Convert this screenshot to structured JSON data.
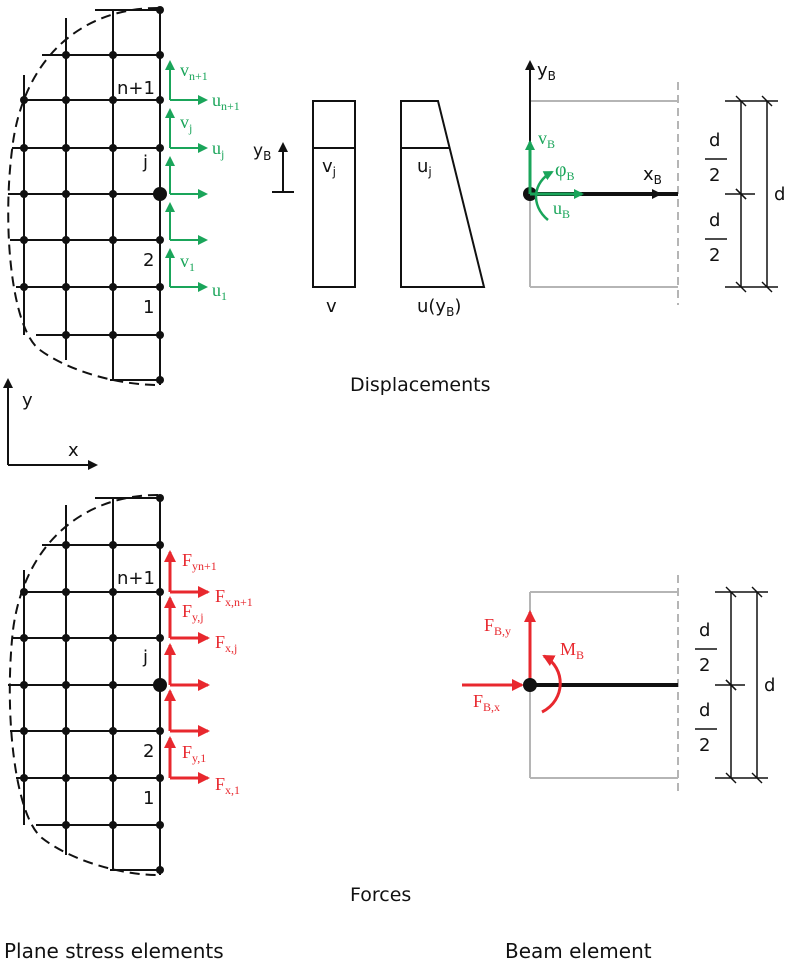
{
  "colors": {
    "displacement": "#1aa55a",
    "force": "#e8282e",
    "mesh": "#111111",
    "beam_outline": "#b5b5b5"
  },
  "labels": {
    "displacements": "Displacements",
    "forces": "Forces",
    "plane_stress": "Plane stress elements",
    "beam_element": "Beam element"
  },
  "axes": {
    "x": "x",
    "y": "y"
  },
  "nodes": {
    "n1": "n+1",
    "j": "j",
    "two": "2",
    "one": "1"
  },
  "disp": {
    "v_main": "v",
    "v_sub_n1": "n+1",
    "u_main": "u",
    "u_sub_n1": "n+1",
    "vj_main": "v",
    "vj_sub": "j",
    "uj_main": "u",
    "uj_sub": "j",
    "v1_main": "v",
    "v1_sub": "1",
    "u1_main": "u",
    "u1_sub": "1"
  },
  "profile": {
    "yB_main": "y",
    "yB_sub": "B",
    "vj_main": "v",
    "vj_sub": "j",
    "uj_main": "u",
    "uj_sub": "j",
    "v_label": "v",
    "u_label_pre": "u(y",
    "u_label_sub": "B",
    "u_label_post": ")"
  },
  "beam_disp": {
    "yB_main": "y",
    "yB_sub": "B",
    "xB_main": "x",
    "xB_sub": "B",
    "vB_main": "v",
    "vB_sub": "B",
    "uB_main": "u",
    "uB_sub": "B",
    "phiB_main": "φ",
    "phiB_sub": "B"
  },
  "dims": {
    "d": "d",
    "half_num": "d",
    "half_den": "2"
  },
  "forces": {
    "fy_n1_main": "F",
    "fy_n1_sub": "yn+1",
    "fx_n1_main": "F",
    "fx_n1_sub": "x,n+1",
    "fy_j_main": "F",
    "fy_j_sub": "y,j",
    "fx_j_main": "F",
    "fx_j_sub": "x,j",
    "fy_1_main": "F",
    "fy_1_sub": "y,1",
    "fx_1_main": "F",
    "fx_1_sub": "x,1"
  },
  "beam_forces": {
    "fby_main": "F",
    "fby_sub": "B,y",
    "fbx_main": "F",
    "fbx_sub": "B,x",
    "mb_main": "M",
    "mb_sub": "B"
  }
}
